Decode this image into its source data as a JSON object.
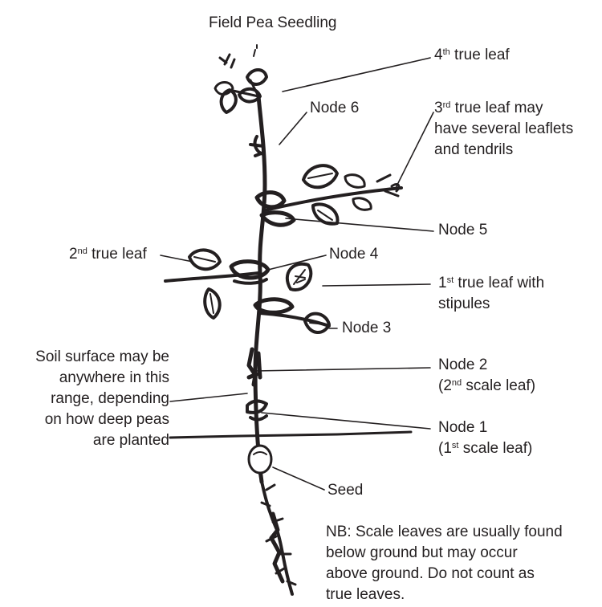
{
  "title": "Field Pea Seedling",
  "labels": {
    "leaf4": {
      "pre": "4",
      "sup": "th",
      "post": " true leaf"
    },
    "node6": "Node 6",
    "leaf3": {
      "line1_pre": "3",
      "line1_sup": "rd",
      "line1_post": " true leaf may",
      "line2": "have several leaflets",
      "line3": "and tendrils"
    },
    "node5": "Node 5",
    "leaf2": {
      "pre": "2",
      "sup": "nd",
      "post": " true leaf"
    },
    "node4": "Node 4",
    "leaf1": {
      "line1_pre": "1",
      "line1_sup": "st",
      "line1_post": " true leaf with",
      "line2": "stipules"
    },
    "node3": "Node 3",
    "node2": {
      "line1": "Node 2",
      "line2_pre": "(2",
      "line2_sup": "nd",
      "line2_post": " scale leaf)"
    },
    "node1": {
      "line1": "Node 1",
      "line2_pre": "(1",
      "line2_sup": "st",
      "line2_post": " scale leaf)"
    },
    "seed": "Seed"
  },
  "soil_note": {
    "line1": "Soil surface may be",
    "line2": "anywhere in this",
    "line3": "range, depending",
    "line4": "on how deep peas",
    "line5": "are planted"
  },
  "nb_note": {
    "line1": "NB: Scale leaves are usually found",
    "line2": "below ground but may occur",
    "line3": "above ground. Do not count as",
    "line4": "true leaves."
  },
  "colors": {
    "ink": "#231f20",
    "background": "#ffffff"
  }
}
